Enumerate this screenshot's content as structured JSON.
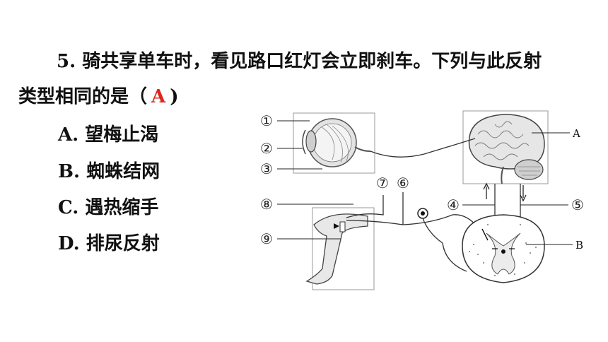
{
  "question": {
    "number": "5.",
    "text_line1": "骑共享单车时，看见路口红灯会立即刹车。下列与此反射",
    "text_line2_before": "类型相同的是（",
    "answer": "A",
    "text_line2_after": ")"
  },
  "options": [
    {
      "label": "A.",
      "text": "望梅止渴"
    },
    {
      "label": "B.",
      "text": "蜘蛛结网"
    },
    {
      "label": "C.",
      "text": "遇热缩手"
    },
    {
      "label": "D.",
      "text": "排尿反射"
    }
  ],
  "figure": {
    "markers": [
      "①",
      "②",
      "③",
      "④",
      "⑤",
      "⑥",
      "⑦",
      "⑧",
      "⑨"
    ],
    "letter_a": "A",
    "letter_b": "B"
  },
  "colors": {
    "answer": "#e0241b"
  }
}
